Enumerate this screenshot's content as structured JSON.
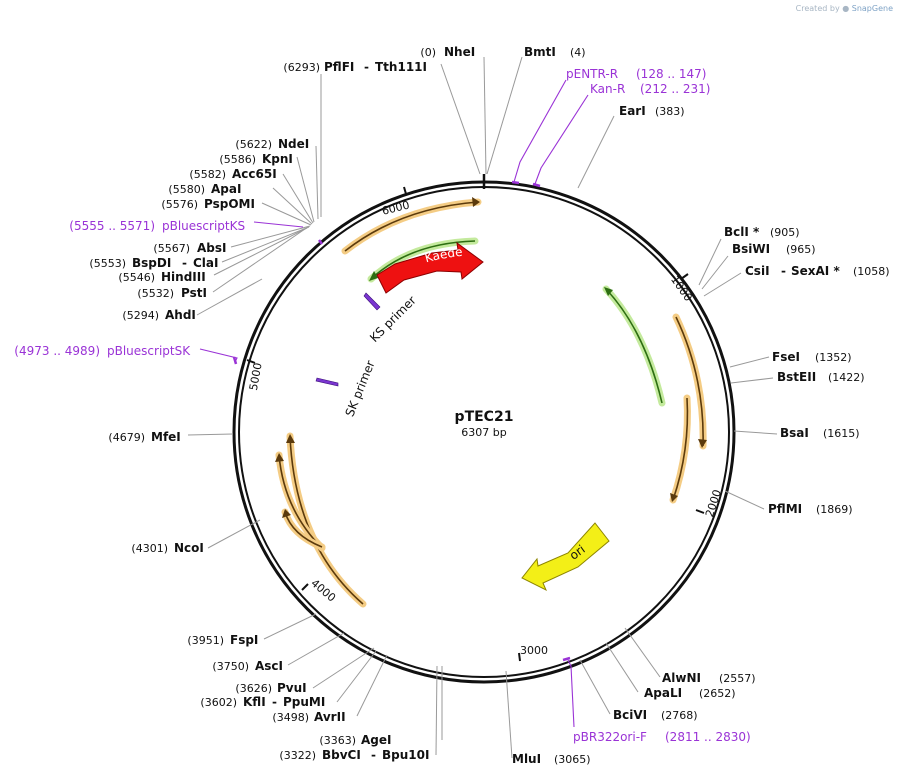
{
  "credit": {
    "prefix": "Created by",
    "brand": "SnapGene"
  },
  "plasmid": {
    "name": "pTEC21",
    "length": "6307 bp"
  },
  "colors": {
    "primer": "#9a33d6",
    "orf": "#e9a531",
    "green": "#5fae2b",
    "kaede": "#ee1111",
    "ori": "#f3ef17"
  },
  "ticks": [
    "1000",
    "2000",
    "3000",
    "4000",
    "5000",
    "6000"
  ],
  "features": {
    "kaede": "Kaede",
    "ori": "ori",
    "ks_primer": "KS primer",
    "sk_primer": "SK primer"
  },
  "sites": {
    "nhei": {
      "pos": "(0)",
      "name": "NheI"
    },
    "bmti": {
      "pos": "(4)",
      "name": "BmtI"
    },
    "pfifi": {
      "pos": "(6293)",
      "name": "PflFI",
      "name2": "Tth111I"
    },
    "eari": {
      "pos": "(383)",
      "name": "EarI"
    },
    "bcli": {
      "pos": "(905)",
      "name": "BclI *"
    },
    "bsiwi": {
      "pos": "(965)",
      "name": "BsiWI"
    },
    "csii": {
      "pos": "(1058)",
      "name": "CsiI",
      "name2": "SexAI *"
    },
    "fsei": {
      "pos": "(1352)",
      "name": "FseI"
    },
    "bsteii": {
      "pos": "(1422)",
      "name": "BstEII"
    },
    "bsai": {
      "pos": "(1615)",
      "name": "BsaI"
    },
    "pflmi": {
      "pos": "(1869)",
      "name": "PflMI"
    },
    "alwni": {
      "pos": "(2557)",
      "name": "AlwNI"
    },
    "apali": {
      "pos": "(2652)",
      "name": "ApaLI"
    },
    "bcivi": {
      "pos": "(2768)",
      "name": "BciVI"
    },
    "mlui": {
      "pos": "(3065)",
      "name": "MluI"
    },
    "agei": {
      "pos": "(3363)",
      "name": "AgeI"
    },
    "bbvci": {
      "pos": "(3322)",
      "name": "BbvCI",
      "name2": "Bpu10I"
    },
    "avrii": {
      "pos": "(3498)",
      "name": "AvrII"
    },
    "kfli": {
      "pos": "(3602)",
      "name": "KflI",
      "name2": "PpuMI"
    },
    "pvui": {
      "pos": "(3626)",
      "name": "PvuI"
    },
    "asci": {
      "pos": "(3750)",
      "name": "AscI"
    },
    "fspi": {
      "pos": "(3951)",
      "name": "FspI"
    },
    "ncoi": {
      "pos": "(4301)",
      "name": "NcoI"
    },
    "mfei": {
      "pos": "(4679)",
      "name": "MfeI"
    },
    "ahdi": {
      "pos": "(5294)",
      "name": "AhdI"
    },
    "psti": {
      "pos": "(5532)",
      "name": "PstI"
    },
    "hindiii": {
      "pos": "(5546)",
      "name": "HindIII"
    },
    "bspdi": {
      "pos": "(5553)",
      "name": "BspDI",
      "name2": "ClaI"
    },
    "absi": {
      "pos": "(5567)",
      "name": "AbsI"
    },
    "pspomi": {
      "pos": "(5576)",
      "name": "PspOMI"
    },
    "apai": {
      "pos": "(5580)",
      "name": "ApaI"
    },
    "acc65i": {
      "pos": "(5582)",
      "name": "Acc65I"
    },
    "kpni": {
      "pos": "(5586)",
      "name": "KpnI"
    },
    "ndei": {
      "pos": "(5622)",
      "name": "NdeI"
    }
  },
  "primers": {
    "pentr_r": {
      "name": "pENTR-R",
      "range": "(128 .. 147)"
    },
    "kan_r": {
      "name": "Kan-R",
      "range": "(212 .. 231)"
    },
    "pbluescriptks": {
      "name": "pBluescriptKS",
      "range": "(5555 .. 5571)"
    },
    "pbluescriptsk": {
      "name": "pBluescriptSK",
      "range": "(4973 .. 4989)"
    },
    "pbr322ori_f": {
      "name": "pBR322ori-F",
      "range": "(2811 .. 2830)"
    }
  }
}
